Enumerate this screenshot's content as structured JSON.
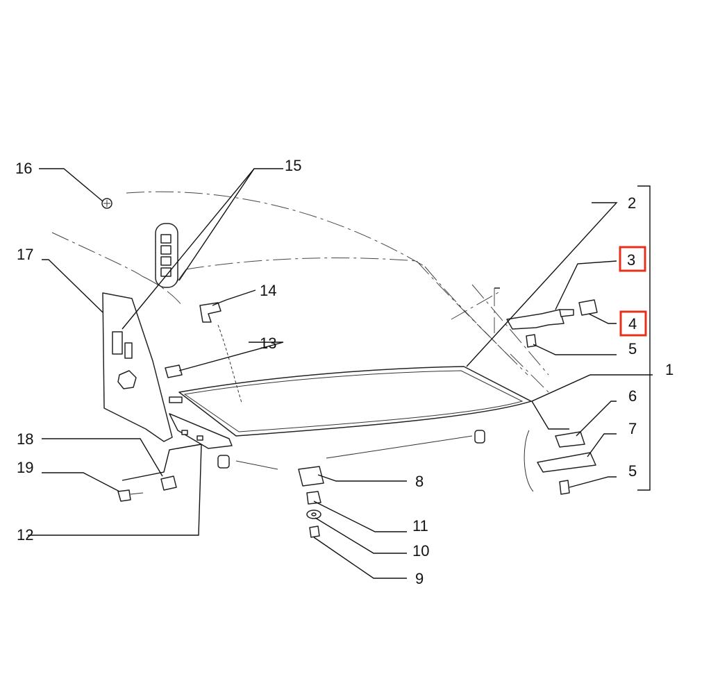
{
  "callouts": {
    "c1": "1",
    "c2": "2",
    "c3": "3",
    "c4": "4",
    "c5a": "5",
    "c5b": "5",
    "c6": "6",
    "c7": "7",
    "c8": "8",
    "c9": "9",
    "c10": "10",
    "c11": "11",
    "c12": "12",
    "c13": "13",
    "c14": "14",
    "c15": "15",
    "c16": "16",
    "c17": "17",
    "c18": "18",
    "c19": "19"
  },
  "highlighted_callouts": [
    "3",
    "4"
  ],
  "colors": {
    "ink": "#111111",
    "highlight": "#e5311c",
    "background": "#ffffff"
  }
}
